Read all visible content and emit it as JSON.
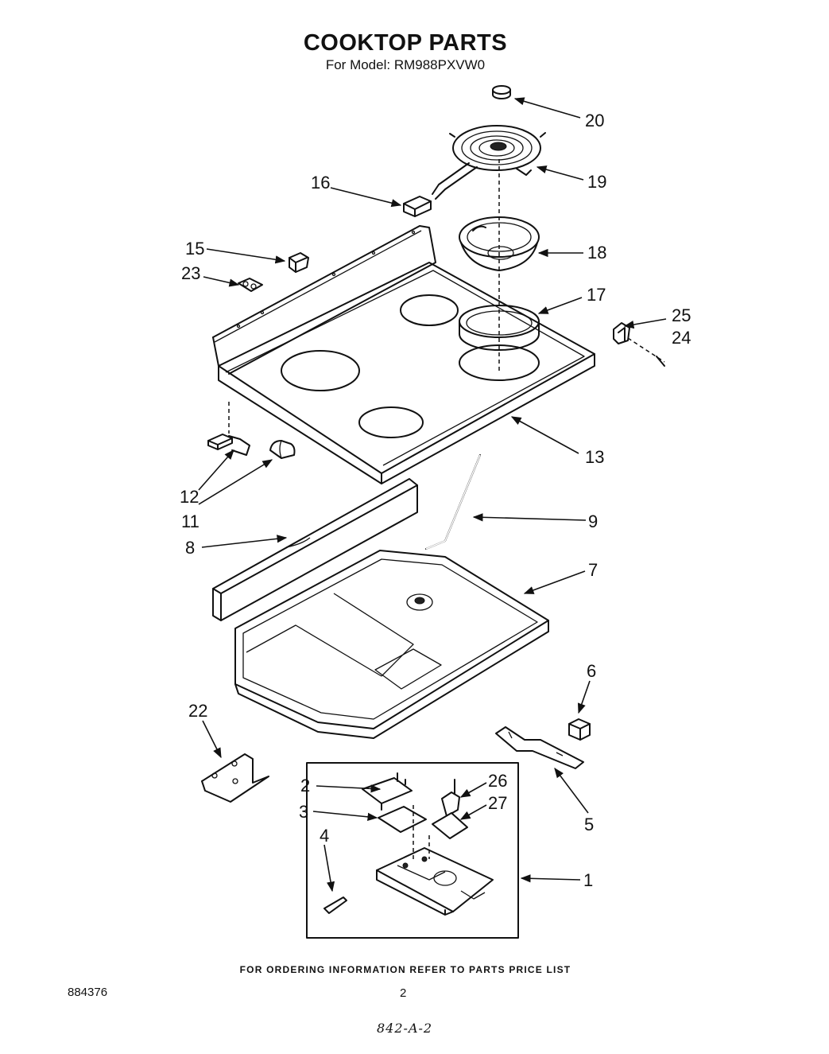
{
  "header": {
    "title": "COOKTOP PARTS",
    "model": "For Model: RM988PXVW0"
  },
  "callouts": {
    "c1": "1",
    "c2": "2",
    "c3": "3",
    "c4": "4",
    "c5": "5",
    "c6": "6",
    "c7": "7",
    "c8": "8",
    "c9": "9",
    "c11": "11",
    "c12": "12",
    "c13": "13",
    "c15": "15",
    "c16": "16",
    "c17": "17",
    "c18": "18",
    "c19": "19",
    "c20": "20",
    "c22": "22",
    "c23": "23",
    "c24": "24",
    "c25": "25",
    "c26": "26",
    "c27": "27"
  },
  "footer": {
    "ordering_note": "FOR ORDERING INFORMATION REFER TO PARTS PRICE LIST",
    "doc_number": "884376",
    "page_number": "2",
    "handwritten_code": "842-A-2"
  }
}
